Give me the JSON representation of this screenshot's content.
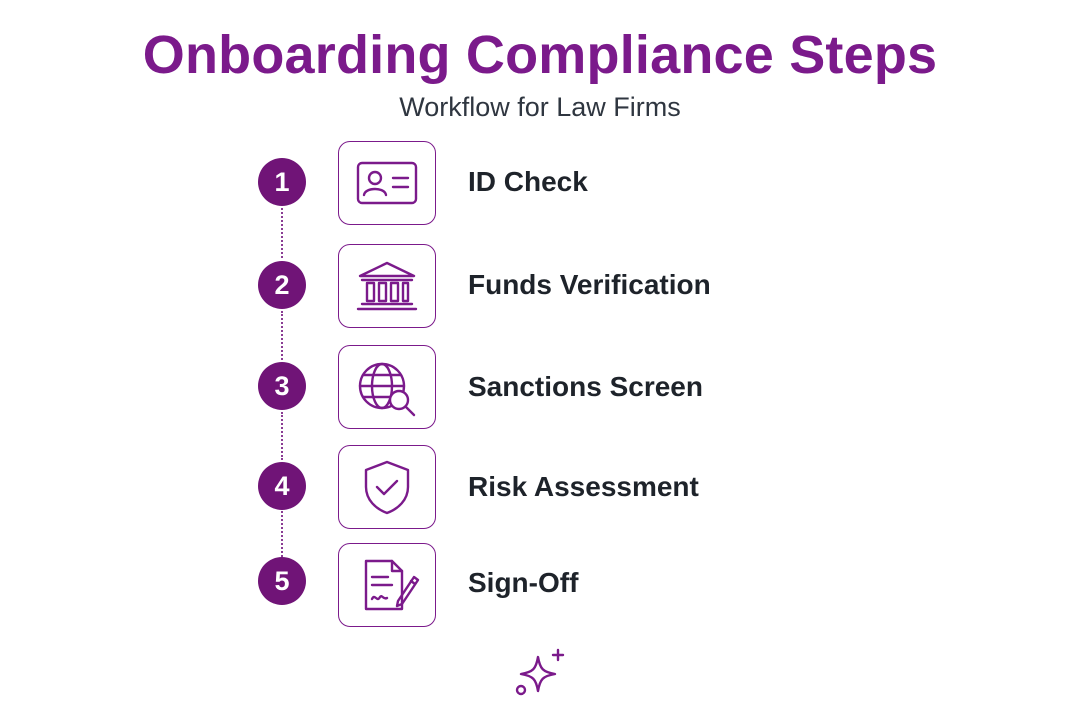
{
  "header": {
    "title": "Onboarding Compliance Steps",
    "subtitle": "Workflow for Law Firms"
  },
  "steps": [
    {
      "number": "1",
      "label": "ID Check",
      "icon": "id-card-icon"
    },
    {
      "number": "2",
      "label": "Funds Verification",
      "icon": "bank-icon"
    },
    {
      "number": "3",
      "label": "Sanctions Screen",
      "icon": "globe-search-icon"
    },
    {
      "number": "4",
      "label": "Risk Assessment",
      "icon": "shield-check-icon"
    },
    {
      "number": "5",
      "label": "Sign-Off",
      "icon": "document-signature-icon"
    }
  ],
  "footer": {
    "icon": "sparkle-icon"
  },
  "colors": {
    "accent": "#7b1a8b",
    "number_badge": "#701477",
    "label_text": "#1e232a",
    "subtitle_text": "#2f3640"
  }
}
